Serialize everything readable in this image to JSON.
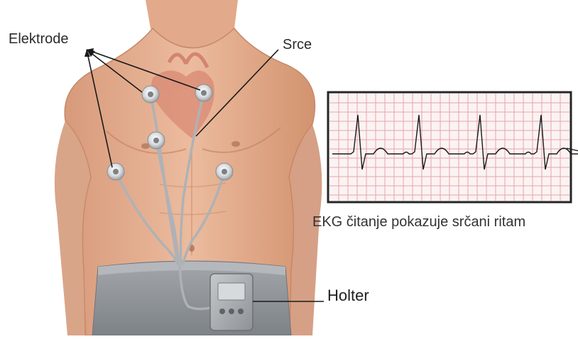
{
  "labels": {
    "electrodes": "Elektrode",
    "heart": "Srce",
    "ecg_caption": "EKG čitanje pokazuje srčani ritam",
    "holter": "Holter"
  },
  "ecg": {
    "beats": 4,
    "grid_color": "#e8a3a8",
    "trace_color": "#1a1a1a",
    "background": "#fbf3f3"
  },
  "colors": {
    "skin": "#e7b193",
    "skin_shadow": "#c98b6d",
    "pants": "#8c9196",
    "electrode": "#d9dcde",
    "wire": "#b8bcc0",
    "device": "#a9adb1"
  }
}
